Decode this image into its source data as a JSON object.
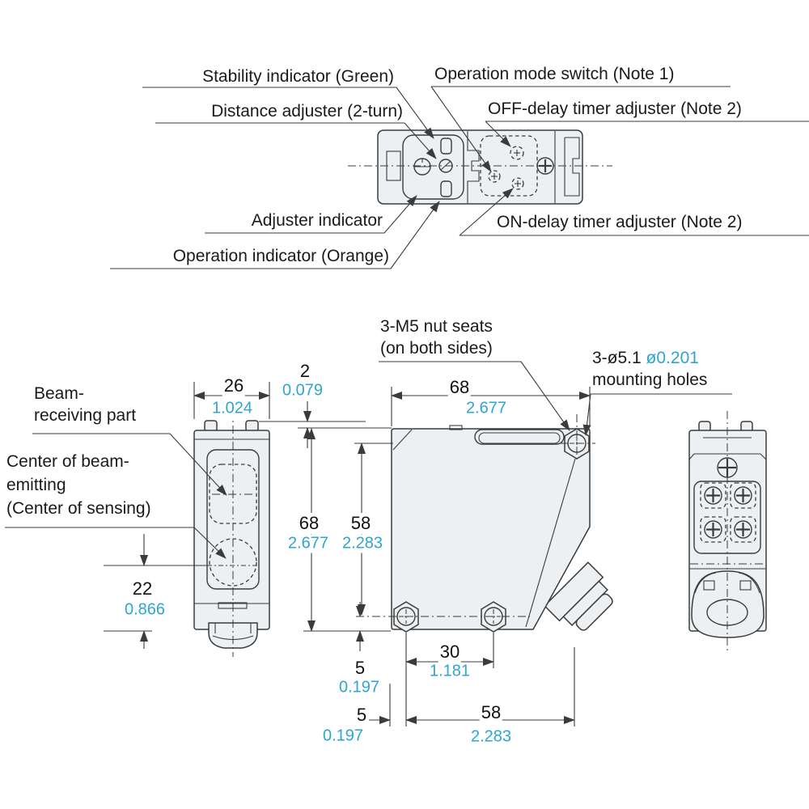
{
  "colors": {
    "accent": "#2fa4d2",
    "line": "#3b3b3b",
    "body_fill": "#edf0f2",
    "text": "#1a1a1a"
  },
  "callouts": {
    "stability": "Stability indicator (Green)",
    "distance": "Distance adjuster (2-turn)",
    "operation_mode": "Operation mode switch (Note 1)",
    "off_delay": "OFF-delay timer adjuster (Note 2)",
    "adjuster": "Adjuster indicator",
    "operation_indicator": "Operation indicator (Orange)",
    "on_delay": "ON-delay timer adjuster (Note 2)",
    "nut_seats": {
      "line1": "3-M5 nut seats",
      "line2": "(on both sides)"
    },
    "mounting_holes": {
      "metric": "3-ø5.1",
      "inch": "ø0.201",
      "line2": "mounting holes"
    },
    "beam_receiving": {
      "line1": "Beam-",
      "line2": "receiving part"
    },
    "beam_center": {
      "line1": "Center of beam-",
      "line2": "emitting",
      "line3": "(Center of sensing)"
    }
  },
  "dimensions": {
    "width_front": {
      "mm": "26",
      "inch": "1.024"
    },
    "step": {
      "mm": "2",
      "inch": "0.079"
    },
    "width_main": {
      "mm": "68",
      "inch": "2.677"
    },
    "height_main": {
      "mm": "68",
      "inch": "2.677"
    },
    "hole_height": {
      "mm": "58",
      "inch": "2.283"
    },
    "beam_center": {
      "mm": "22",
      "inch": "0.866"
    },
    "hole_offset_v": {
      "mm": "5",
      "inch": "0.197"
    },
    "hole_pitch": {
      "mm": "30",
      "inch": "1.181"
    },
    "hole_offset_h": {
      "mm": "5",
      "inch": "0.197"
    },
    "hole_span": {
      "mm": "58",
      "inch": "2.283"
    }
  }
}
